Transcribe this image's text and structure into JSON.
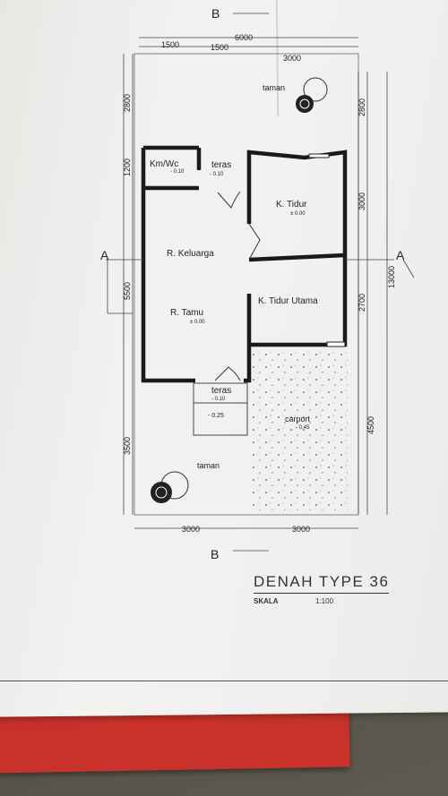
{
  "title": "DENAH TYPE 36",
  "scale": {
    "label": "SKALA",
    "value": "1:100"
  },
  "section_markers": {
    "b_top": "B",
    "b_bottom": "B",
    "a_left": "A",
    "a_right": "A"
  },
  "dimensions": {
    "top_total": "6000",
    "top_1500_a": "1500",
    "top_1500_b": "1500",
    "top_3000": "3000",
    "bottom_3000_a": "3000",
    "bottom_3000_b": "3000",
    "left_2800": "2800",
    "left_1200": "1200",
    "left_5500": "5500",
    "left_3500": "3500",
    "right_2800": "2800",
    "right_3000": "3000",
    "right_2700": "2700",
    "right_4500": "4500",
    "right_13000": "13000"
  },
  "rooms": {
    "km_wc": "Km/Wc",
    "km_wc_level": "- 0.10",
    "teras_top": "teras",
    "teras_top_level": "- 0.10",
    "k_tidur": "K. Tidur",
    "k_tidur_level": "± 0.00",
    "r_keluarga": "R. Keluarga",
    "r_tamu": "R. Tamu",
    "r_tamu_level": "± 0.00",
    "k_tidur_utama": "K. Tidur Utama",
    "teras_bottom": "teras",
    "teras_bottom_level": "- 0.10",
    "step_level": "- 0.25",
    "carport": "carport",
    "carport_level": "- 0.45",
    "taman_top": "taman",
    "taman_bottom": "taman"
  }
}
